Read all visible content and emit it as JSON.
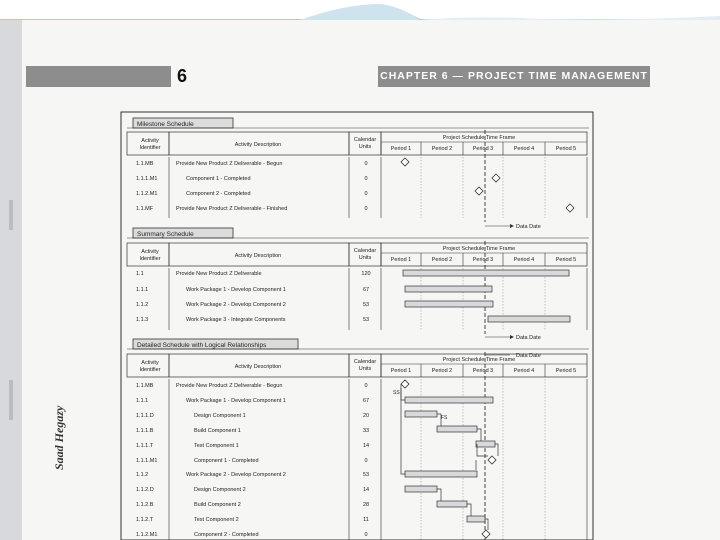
{
  "chapter": {
    "number": "6",
    "title": "CHAPTER 6 — PROJECT TIME MANAGEMENT"
  },
  "author": "Saad Hegazy",
  "headers": {
    "activity_identifier": [
      "Activity",
      "Identifier"
    ],
    "activity_description": "Activity Description",
    "calendar_units": [
      "Calendar",
      "Units"
    ],
    "time_frame": "Project Schedule Time Frame",
    "periods": [
      "Period 1",
      "Period 2",
      "Period 3",
      "Period 4",
      "Period 5"
    ]
  },
  "data_date_label": "Data Date",
  "sections": [
    {
      "title": "Milestone Schedule",
      "rows": [
        {
          "id": "1.1.MB",
          "desc": "Provide New Product Z Deliverable - Begun",
          "units": "0",
          "indent": 0
        },
        {
          "id": "1.1.1.M1",
          "desc": "Component 1 - Completed",
          "units": "0",
          "indent": 1
        },
        {
          "id": "1.1.2.M1",
          "desc": "Component 2 - Completed",
          "units": "0",
          "indent": 1
        },
        {
          "id": "1.1.MF",
          "desc": "Provide New Product Z Deliverable - Finished",
          "units": "0",
          "indent": 0
        }
      ]
    },
    {
      "title": "Summary Schedule",
      "rows": [
        {
          "id": "1.1",
          "desc": "Provide New Product Z Deliverable",
          "units": "120",
          "indent": 0
        },
        {
          "id": "1.1.1",
          "desc": "Work Package 1 - Develop Component 1",
          "units": "67",
          "indent": 1
        },
        {
          "id": "1.1.2",
          "desc": "Work Package 2 - Develop Component 2",
          "units": "53",
          "indent": 1
        },
        {
          "id": "1.1.3",
          "desc": "Work Package 3 - Integrate Components",
          "units": "53",
          "indent": 1
        }
      ]
    },
    {
      "title": "Detailed Schedule with Logical Relationships",
      "rows": [
        {
          "id": "1.1.MB",
          "desc": "Provide New Product Z Deliverable - Begun",
          "units": "0",
          "indent": 0
        },
        {
          "id": "1.1.1",
          "desc": "Work Package 1 - Develop Component 1",
          "units": "67",
          "indent": 1
        },
        {
          "id": "1.1.1.D",
          "desc": "Design Component 1",
          "units": "20",
          "indent": 2
        },
        {
          "id": "1.1.1.B",
          "desc": "Build Component 1",
          "units": "33",
          "indent": 2
        },
        {
          "id": "1.1.1.T",
          "desc": "Test Component 1",
          "units": "14",
          "indent": 2
        },
        {
          "id": "1.1.1.M1",
          "desc": "Component 1 - Completed",
          "units": "0",
          "indent": 2
        },
        {
          "id": "1.1.2",
          "desc": "Work Package 2 - Develop Component 2",
          "units": "53",
          "indent": 1
        },
        {
          "id": "1.1.2.D",
          "desc": "Design Component 2",
          "units": "14",
          "indent": 2
        },
        {
          "id": "1.1.2.B",
          "desc": "Build Component 2",
          "units": "28",
          "indent": 2
        },
        {
          "id": "1.1.2.T",
          "desc": "Test Component 2",
          "units": "11",
          "indent": 2
        },
        {
          "id": "1.1.2.M1",
          "desc": "Component 2 - Completed",
          "units": "0",
          "indent": 2
        }
      ]
    }
  ],
  "link_labels": {
    "ss": "SS",
    "fs": "FS"
  },
  "colors": {
    "page": "#f6f6f4",
    "header_band": "#8d8d8d",
    "bar_fill": "#d9d9dc",
    "line": "#333333"
  }
}
